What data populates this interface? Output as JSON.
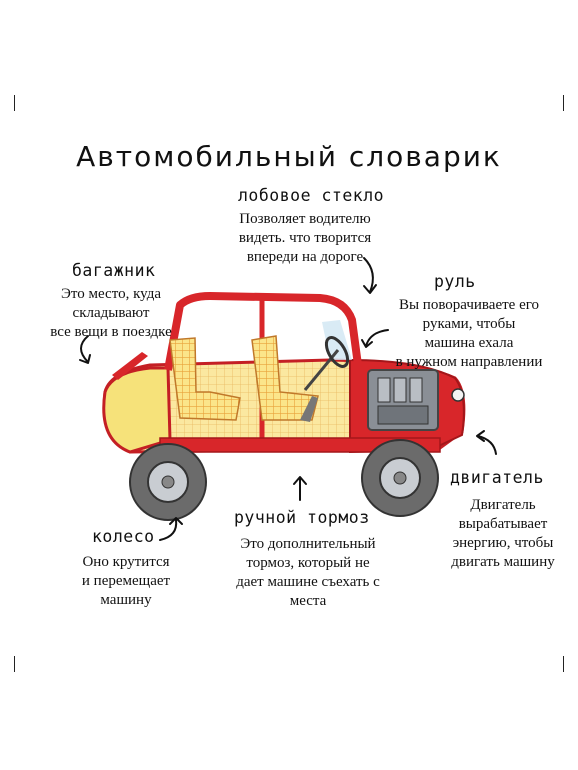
{
  "title": "Автомобильный словарик",
  "labels": [
    {
      "id": "windshield",
      "term": "лобовое стекло",
      "lines": [
        "Позволяет водителю",
        "видеть. что творится",
        "впереди на дороге"
      ]
    },
    {
      "id": "trunk",
      "term": "багажник",
      "lines": [
        "Это место, куда",
        "складывают",
        "все вещи в поездке"
      ]
    },
    {
      "id": "steering-wheel",
      "term": "руль",
      "lines": [
        "Вы поворачиваете его",
        "руками, чтобы",
        "машина ехала",
        "в нужном направлении"
      ]
    },
    {
      "id": "engine",
      "term": "двигатель",
      "lines": [
        "Двигатель",
        "вырабатывает",
        "энергию, чтобы",
        "двигать машину"
      ]
    },
    {
      "id": "handbrake",
      "term": "ручной тормоз",
      "lines": [
        "Это дополнительный",
        "тормоз, который не",
        "дает машине съехать с",
        "места"
      ]
    },
    {
      "id": "wheel",
      "term": "колесо",
      "lines": [
        "Оно крутится",
        "и перемещает",
        "машину"
      ]
    }
  ],
  "colors": {
    "body_red": "#d8262a",
    "interior_yellow": "#fbe58a",
    "seat_check": "#e8a23a",
    "tyre": "#6b6b6b",
    "engine_grey": "#8a8f96"
  }
}
